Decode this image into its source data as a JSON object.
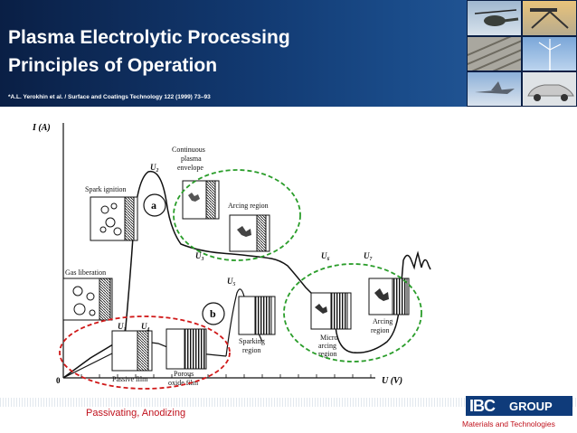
{
  "header": {
    "title_line1": "Plasma Electrolytic Processing",
    "title_line2": "Principles of Operation",
    "citation": "*A.L. Yerokhin et al. / Surface and Coatings Technology 122 (1999) 73–93"
  },
  "figure": {
    "y_axis_label": "I (A)",
    "x_axis_label": "U (V)",
    "origin_label": "0",
    "voltage_marks": [
      "U₂",
      "U₃",
      "U₁",
      "U₄",
      "U₅",
      "U₆",
      "U₇"
    ],
    "zone_a": "a",
    "zone_b": "b",
    "regions": {
      "spark_ignition": "Spark ignition",
      "continuous_plasma": [
        "Continuous",
        "plasma",
        "envelope"
      ],
      "arcing_region": "Arcing region",
      "gas_liberation": "Gas liberation",
      "passive_film": "Passive film",
      "porous_oxide": [
        "Porous",
        "oxide film"
      ],
      "sparking": [
        "Sparking",
        "region"
      ],
      "micro_arcing": [
        "Micro",
        "arcing",
        "region"
      ],
      "arcing_right": [
        "Arcing",
        "region"
      ]
    }
  },
  "caption": "Passivating, Anodizing",
  "footer": {
    "logo_ib": "IBC",
    "logo_group": "GROUP",
    "tagline": "Materials and Technologies"
  },
  "colors": {
    "header": "#123a72",
    "accent_red": "#c0111c",
    "dashed_green": "#2a9d2a",
    "dashed_red": "#d01818"
  }
}
